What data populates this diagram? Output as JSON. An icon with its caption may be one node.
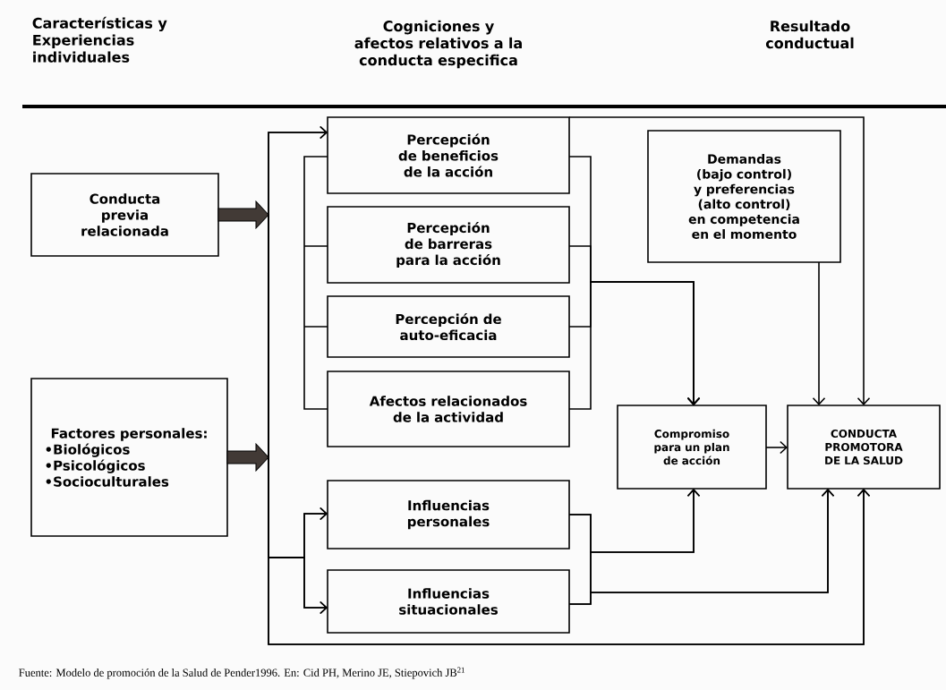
{
  "diagram": {
    "caption": "Fuente: Modelo de promoción de la Salud de Pender1996. En: Cid  PH, Merino JE, Stiepovich JB$^{21}$",
    "nodes": [
      {
        "text": [
          "Conducta previa relacionada"
        ]
      },
      {
        "text": [
          "Factores personales:",
          "•Biológicos",
          "•Psicológicos",
          "•Socioculturales"
        ]
      },
      {
        "text": [
          "Percepción de beneficios de la acción"
        ]
      },
      {
        "text": [
          "Percepción de barreras para la acción"
        ]
      },
      {
        "text": [
          "Percepción de auto-eficacia"
        ]
      },
      {
        "text": [
          "Afectos relacionados de la actividad"
        ]
      },
      {
        "text": [
          "Influencias personales"
        ]
      },
      {
        "text": [
          "Influencias situacionales"
        ]
      },
      {
        "text": [
          "Demandas (bajo control) y  preferencias (alto control) en competencia en el momento"
        ]
      },
      {
        "text": [
          "Compromiso para un plan de acción"
        ]
      },
      {
        "text": [
          "CONDUCTA PROMOTORA DE  LA SALUD"
        ]
      }
    ],
    "edges": [
      {
        "from": 0,
        "to": 2,
        "arrow": "to"
      },
      {
        "from": 1,
        "to": 2,
        "arrow": "to"
      },
      {
        "from": 0,
        "to": 6,
        "arrow": "to"
      },
      {
        "from": 0,
        "to": 7,
        "arrow": "to"
      },
      {
        "from": 1,
        "to": 6,
        "arrow": "to"
      },
      {
        "from": 1,
        "to": 7,
        "arrow": "to"
      },
      {
        "from": 0,
        "to": 10,
        "arrow": "to"
      },
      {
        "from": 1,
        "to": 10,
        "arrow": "to"
      },
      {
        "from": 2,
        "to": 9,
        "arrow": "to"
      },
      {
        "from": 3,
        "to": 9,
        "arrow": "to"
      },
      {
        "from": 4,
        "to": 9,
        "arrow": "to"
      },
      {
        "from": 5,
        "to": 9,
        "arrow": "to"
      },
      {
        "from": 2,
        "to": 10,
        "arrow": "to"
      },
      {
        "from": 8,
        "to": 10,
        "arrow": "to"
      },
      {
        "from": 9,
        "to": 10,
        "arrow": "to"
      },
      {
        "from": 6,
        "to": 9,
        "arrow": "to"
      },
      {
        "from": 7,
        "to": 9,
        "arrow": "to"
      },
      {
        "from": 6,
        "to": 10,
        "arrow": "to"
      },
      {
        "from": 7,
        "to": 10,
        "arrow": "to"
      }
    ],
    "labels": [
      "Características y Experiencias individuales",
      "Cogniciones y afectos relativos a la conducta especifica",
      "Resultado conductual"
    ]
  }
}
